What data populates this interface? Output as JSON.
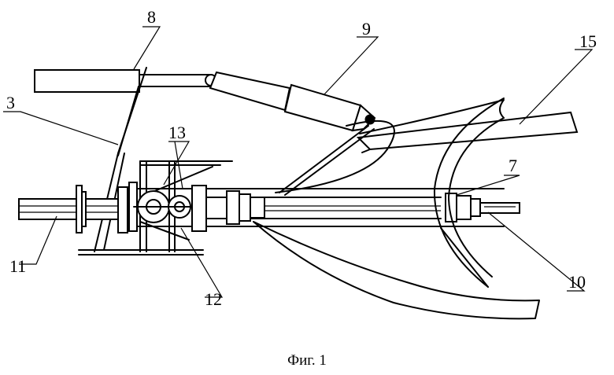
{
  "caption": "Фиг. 1",
  "labels": {
    "l3": "3",
    "l7": "7",
    "l8": "8",
    "l9": "9",
    "l10": "10",
    "l11": "11",
    "l12": "12",
    "l13": "13",
    "l15": "15"
  },
  "colors": {
    "ink": "#000000",
    "paper": "#ffffff"
  }
}
